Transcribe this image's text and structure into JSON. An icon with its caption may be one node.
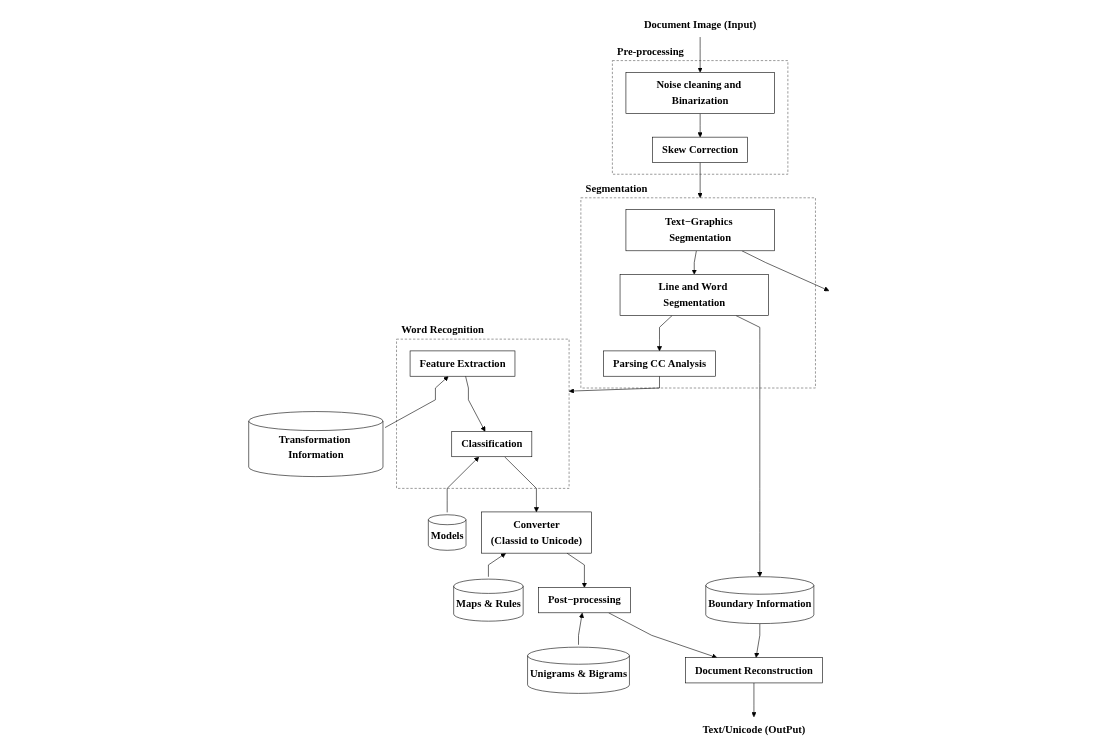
{
  "diagram": {
    "nodes": [
      {
        "text": [
          "Document Image (Input)"
        ]
      },
      {
        "text": [
          "Pre-processing"
        ]
      },
      {
        "text": [
          "Noise cleaning and Binarization"
        ],
        "in": 1
      },
      {
        "text": [
          "Skew Correction"
        ],
        "in": 1
      },
      {
        "text": [
          "Segmentation"
        ]
      },
      {
        "text": [
          "Text−Graphics Segmentation"
        ],
        "in": 4
      },
      {
        "text": [
          "Line and Word Segmentation"
        ],
        "in": 4
      },
      {
        "text": [
          "Parsing CC Analysis"
        ],
        "in": 4
      },
      {
        "text": [
          "Boundary Information"
        ]
      },
      {
        "text": [
          "Text/Unicode (OutPut)"
        ]
      },
      {
        "text": [
          "Document Reconstruction"
        ]
      },
      {
        "text": [
          "Word Recognition"
        ]
      },
      {
        "text": [
          "Post−processing"
        ]
      },
      {
        "text": [
          "Converter",
          "(Classid to Unicode)"
        ]
      },
      {
        "text": [
          "Classification"
        ],
        "in": 11
      },
      {
        "text": [
          "Feature Extraction"
        ],
        "in": 11
      },
      {
        "text": [
          "Unigrams & Bigrams"
        ]
      },
      {
        "text": [
          "Maps & Rules"
        ]
      },
      {
        "text": [
          "Models"
        ]
      },
      {
        "text": [
          "Transformation Information"
        ]
      }
    ],
    "edges": [
      {
        "from": 0,
        "to": 2,
        "arrow": "to"
      },
      {
        "from": 2,
        "to": 3,
        "arrow": "to"
      },
      {
        "from": 3,
        "to": 4,
        "arrow": "to"
      },
      {
        "from": 5,
        "to": null,
        "arrow": "to"
      },
      {
        "from": 5,
        "to": 6,
        "arrow": "to"
      },
      {
        "from": 6,
        "to": 8,
        "arrow": "to"
      },
      {
        "from": 6,
        "to": 7,
        "arrow": "to"
      },
      {
        "from": 7,
        "to": 11,
        "arrow": "to"
      },
      {
        "from": 15,
        "to": 14,
        "arrow": "to"
      },
      {
        "from": 14,
        "to": 13,
        "arrow": "to"
      },
      {
        "from": 13,
        "to": 12,
        "arrow": "to"
      },
      {
        "from": 12,
        "to": 10,
        "arrow": "to"
      },
      {
        "from": 10,
        "to": 9,
        "arrow": "to"
      },
      {
        "from": 8,
        "to": 10,
        "arrow": "to"
      },
      {
        "from": 16,
        "to": 12,
        "arrow": "to"
      },
      {
        "from": 17,
        "to": 13,
        "arrow": "to"
      },
      {
        "from": 18,
        "to": 14,
        "arrow": "to"
      },
      {
        "from": 19,
        "to": 15,
        "arrow": "to"
      }
    ]
  }
}
